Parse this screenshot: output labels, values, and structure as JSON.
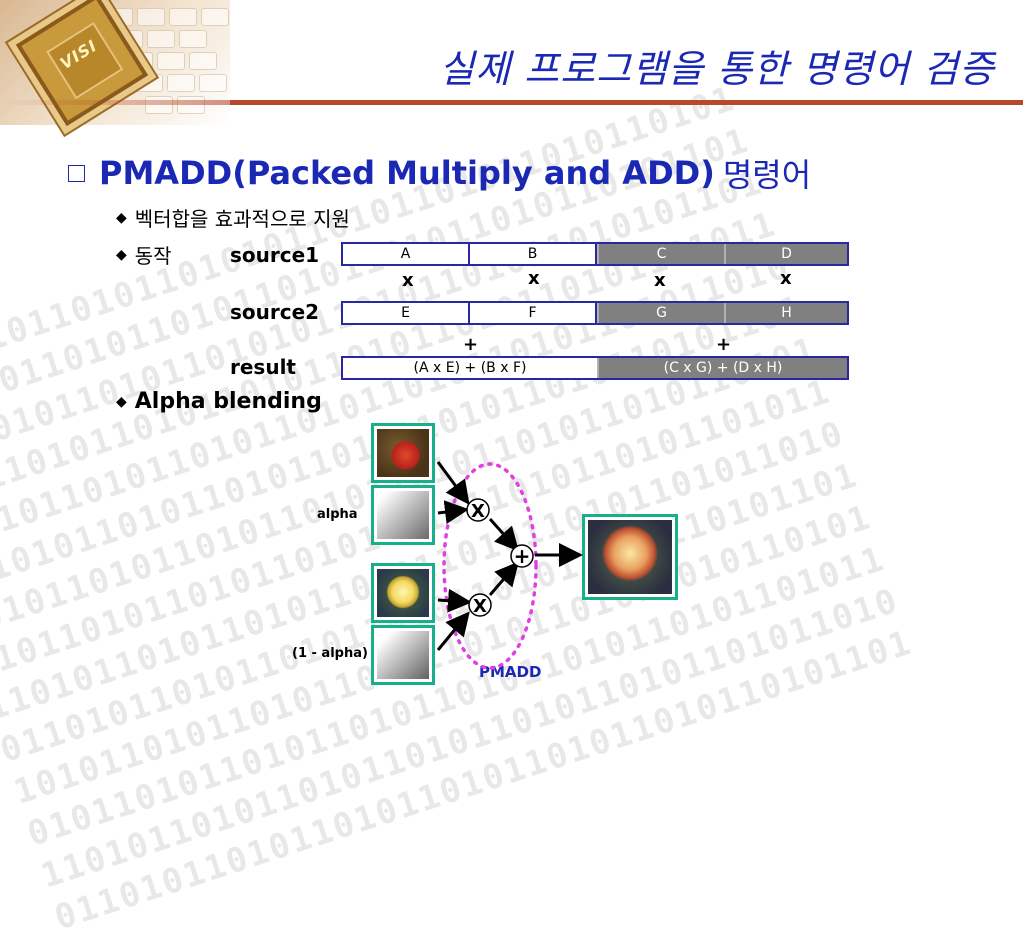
{
  "title": "실제 프로그램을 통한 명령어 검증",
  "logo": {
    "chip_text": "VISI"
  },
  "heading": {
    "main": "PMADD(Packed Multiply and ADD)",
    "suffix": "명령어"
  },
  "bullets": {
    "vector_sum": "벡터합을 효과적으로 지원",
    "operation": "동작",
    "alpha_blending": "Alpha blending"
  },
  "registers": {
    "source1_label": "source1",
    "source2_label": "source2",
    "result_label": "result",
    "source1": [
      "A",
      "B",
      "C",
      "D"
    ],
    "source2": [
      "E",
      "F",
      "G",
      "H"
    ],
    "multiply_sign": "x",
    "plus_sign": "+",
    "result": [
      "(A x E) + (B x F)",
      "(C x G) + (D x H)"
    ]
  },
  "blend": {
    "alpha_label": "alpha",
    "one_minus_alpha_label": "(1 - alpha)",
    "multiply_node": "X",
    "add_node": "+",
    "unit_label": "PMADD"
  },
  "colors": {
    "title_blue": "#1a28b4",
    "rule": "#b8482c",
    "frame_green": "#18b08a",
    "register_gray": "#808080",
    "ellipse_magenta": "#e040e0"
  }
}
